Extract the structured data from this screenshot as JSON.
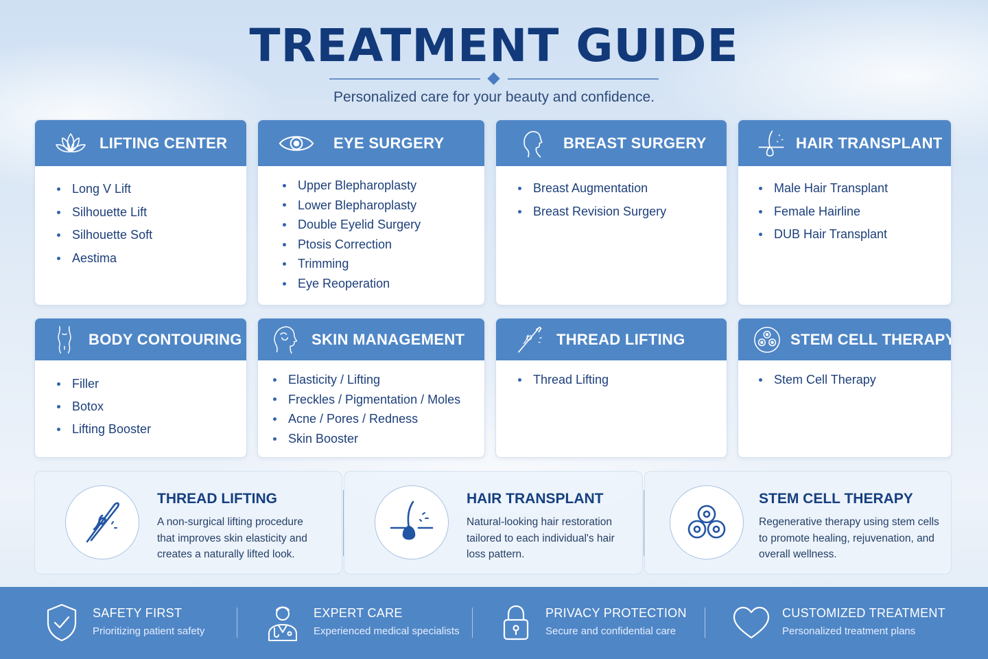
{
  "header": {
    "title": "TREATMENT GUIDE",
    "subtitle": "Personalized care for your beauty and confidence."
  },
  "cards": [
    {
      "title": "LIFTING CENTER",
      "icon": "lotus-icon",
      "items": [
        "Long V Lift",
        "Silhouette Lift",
        "Silhouette Soft",
        "Aestima"
      ]
    },
    {
      "title": "EYE SURGERY",
      "icon": "eye-icon",
      "items": [
        "Upper Blepharoplasty",
        "Lower Blepharoplasty",
        "Double Eyelid Surgery",
        "Ptosis Correction",
        "Trimming",
        "Eye Reoperation"
      ]
    },
    {
      "title": "BREAST SURGERY",
      "icon": "profile-icon",
      "items": [
        "Breast Augmentation",
        "Breast Revision Surgery"
      ]
    },
    {
      "title": "HAIR TRANSPLANT",
      "icon": "hair-follicle-icon",
      "items": [
        "Male Hair Transplant",
        "Female Hairline",
        "DUB Hair Transplant"
      ]
    },
    {
      "title": "BODY CONTOURING",
      "icon": "body-silhouette-icon",
      "items": [
        "Filler",
        "Botox",
        "Lifting Booster"
      ]
    },
    {
      "title": "SKIN MANAGEMENT",
      "icon": "face-profile-icon",
      "items": [
        "Elasticity / Lifting",
        "Freckles / Pigmentation / Moles",
        "Acne / Pores / Redness",
        "Skin Booster"
      ]
    },
    {
      "title": "THREAD LIFTING",
      "icon": "thread-needle-icon",
      "items": [
        "Thread Lifting"
      ]
    },
    {
      "title": "STEM CELL THERAPY",
      "icon": "cells-icon",
      "items": [
        "Stem Cell Therapy"
      ]
    }
  ],
  "features": [
    {
      "title": "THREAD LIFTING",
      "icon": "thread-needle-icon",
      "description": "A non-surgical lifting procedure that improves skin elasticity and creates a naturally lifted look."
    },
    {
      "title": "HAIR TRANSPLANT",
      "icon": "hair-follicle-icon",
      "description": "Natural-looking hair restoration tailored to each individual's hair loss pattern."
    },
    {
      "title": "STEM CELL THERAPY",
      "icon": "cells-icon",
      "description": "Regenerative therapy using stem cells to promote healing, rejuvenation, and overall wellness."
    }
  ],
  "footer": [
    {
      "title": "SAFETY FIRST",
      "subtitle": "Prioritizing patient safety",
      "icon": "shield-check-icon"
    },
    {
      "title": "EXPERT CARE",
      "subtitle": "Experienced medical specialists",
      "icon": "doctor-icon"
    },
    {
      "title": "PRIVACY PROTECTION",
      "subtitle": "Secure and confidential care",
      "icon": "lock-icon"
    },
    {
      "title": "CUSTOMIZED TREATMENT",
      "subtitle": "Personalized treatment plans",
      "icon": "heart-icon"
    }
  ],
  "colors": {
    "primary": "#4f86c6",
    "title": "#123a7a",
    "text": "#1d3f7a",
    "card_background": "#ffffff"
  }
}
